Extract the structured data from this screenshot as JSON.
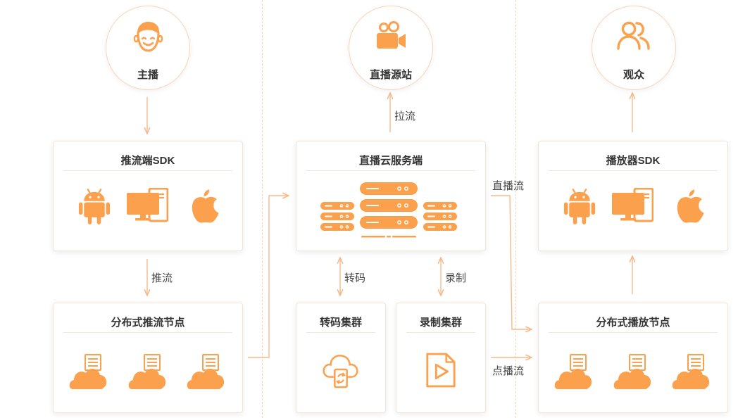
{
  "nodes": {
    "anchor": "主播",
    "origin": "直播源站",
    "audience": "观众",
    "push_sdk": "推流端SDK",
    "cloud_server": "直播云服务端",
    "player_sdk": "播放器SDK",
    "push_nodes": "分布式推流节点",
    "transcode_cluster": "转码集群",
    "record_cluster": "录制集群",
    "play_nodes": "分布式播放节点"
  },
  "edges": {
    "pull": "拉流",
    "push": "推流",
    "transcode": "转码",
    "record": "录制",
    "live_stream": "直播流",
    "vod_stream": "点播流"
  },
  "colors": {
    "accent": "#fba04c",
    "line": "#f7b98a",
    "divider": "#f8d3b0"
  }
}
